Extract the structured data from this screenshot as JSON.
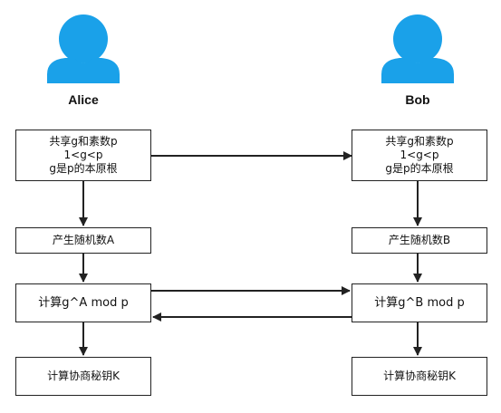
{
  "actors": {
    "alice": {
      "name": "Alice"
    },
    "bob": {
      "name": "Bob"
    }
  },
  "colors": {
    "user_icon": "#1aa1e9",
    "stroke": "#222222"
  },
  "icons": {
    "person": "user-icon"
  },
  "alice_steps": {
    "shared": [
      "共享g和素数p",
      "1<g<p",
      "g是p的本原根"
    ],
    "random": "产生随机数A",
    "compute": "计算g^A mod p",
    "key": "计算协商秘钥K"
  },
  "bob_steps": {
    "shared": [
      "共享g和素数p",
      "1<g<p",
      "g是p的本原根"
    ],
    "random": "产生随机数B",
    "compute": "计算g^B mod p",
    "key": "计算协商秘钥K"
  }
}
